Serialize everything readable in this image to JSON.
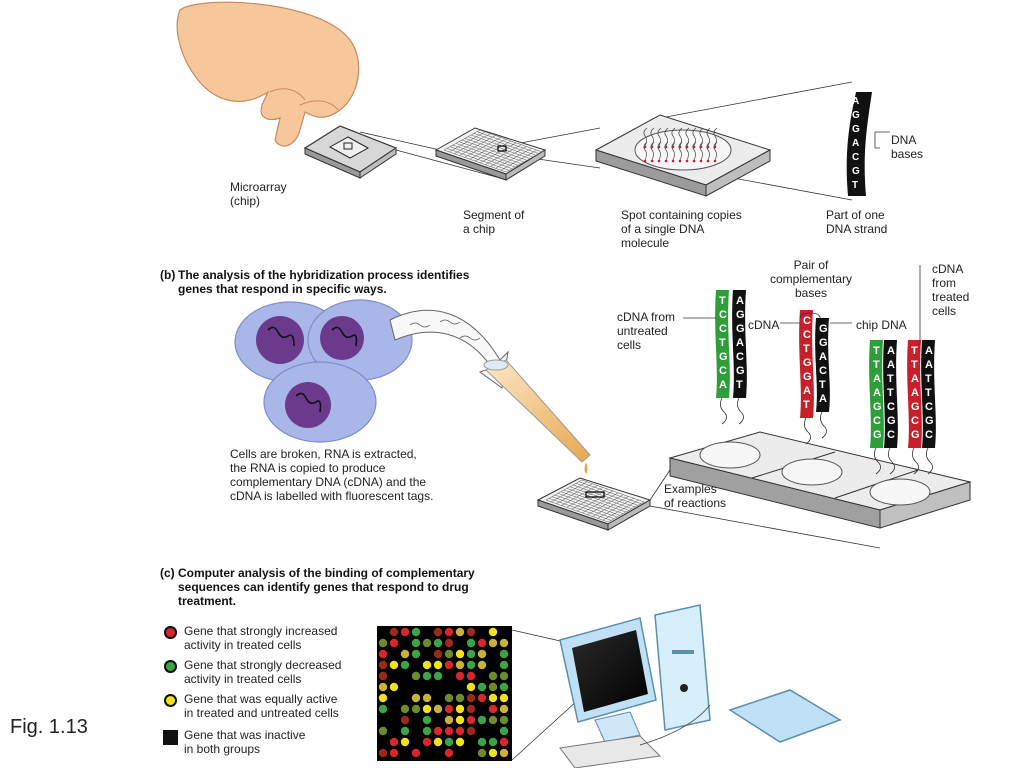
{
  "part_a": {
    "labels": {
      "microarray": "Microarray\n(chip)",
      "segment": "Segment of\na chip",
      "spot": "Spot containing copies\nof a single DNA\nmolecule",
      "strand": "Part of one\nDNA strand",
      "bases": "DNA\nbases"
    },
    "strand_letters": [
      "A",
      "G",
      "G",
      "A",
      "C",
      "G",
      "T"
    ]
  },
  "part_b": {
    "heading_marker": "(b)",
    "heading": "The analysis of the hybridization process identifies\ngenes that respond in specific ways.",
    "cells_caption": "Cells are broken, RNA is extracted,\nthe RNA is copied to produce\ncomplementary DNA (cDNA) and the\ncDNA is labelled with fluorescent tags.",
    "examples": "Examples\nof reactions",
    "cdna_untreated": "cDNA from\nuntreated\ncells",
    "pair_label": "Pair of\ncomplementary\nbases",
    "cdna_label": "cDNA",
    "chip_dna_label": "chip DNA",
    "cdna_treated": "cDNA\nfrom\ntreated\ncells",
    "strands": [
      {
        "color": "#2e9e3a",
        "letters": [
          "T",
          "C",
          "C",
          "T",
          "G",
          "C",
          "A"
        ]
      },
      {
        "color": "#111111",
        "letters": [
          "A",
          "G",
          "G",
          "A",
          "C",
          "G",
          "T"
        ]
      },
      {
        "color": "#c8202a",
        "letters": [
          "C",
          "C",
          "T",
          "G",
          "G",
          "A",
          "T"
        ]
      },
      {
        "color": "#111111",
        "letters": [
          "G",
          "G",
          "A",
          "C",
          "T",
          "A"
        ]
      },
      {
        "color": "#2e9e3a",
        "letters": [
          "T",
          "T",
          "A",
          "A",
          "G",
          "C",
          "G"
        ]
      },
      {
        "color": "#111111",
        "letters": [
          "A",
          "A",
          "T",
          "T",
          "C",
          "G",
          "C"
        ]
      },
      {
        "color": "#c8202a",
        "letters": [
          "T",
          "T",
          "A",
          "A",
          "G",
          "C",
          "G"
        ]
      },
      {
        "color": "#111111",
        "letters": [
          "A",
          "A",
          "T",
          "T",
          "C",
          "G",
          "C"
        ]
      }
    ]
  },
  "part_c": {
    "heading_marker": "(c)",
    "heading": "Computer analysis of the binding of complementary\nsequences can identify genes that respond to drug\ntreatment.",
    "legend": [
      {
        "color": "#d8262d",
        "text": "Gene that strongly increased\nactivity in treated cells"
      },
      {
        "color": "#3aa547",
        "text": "Gene that strongly decreased\nactivity in treated cells"
      },
      {
        "color": "#f2e21c",
        "text": "Gene that was equally active\nin treated and untreated cells"
      },
      {
        "color": "#111111",
        "text": "Gene that was inactive\nin both groups"
      }
    ]
  },
  "figure_label": "Fig. 1.13",
  "colors": {
    "green": "#2e9e3a",
    "red": "#c8202a",
    "yellow": "#f2e21c",
    "black": "#111111",
    "cell": "#a9b6e8",
    "nucleus": "#6b3a8c",
    "computer": "#bfe0f5"
  }
}
